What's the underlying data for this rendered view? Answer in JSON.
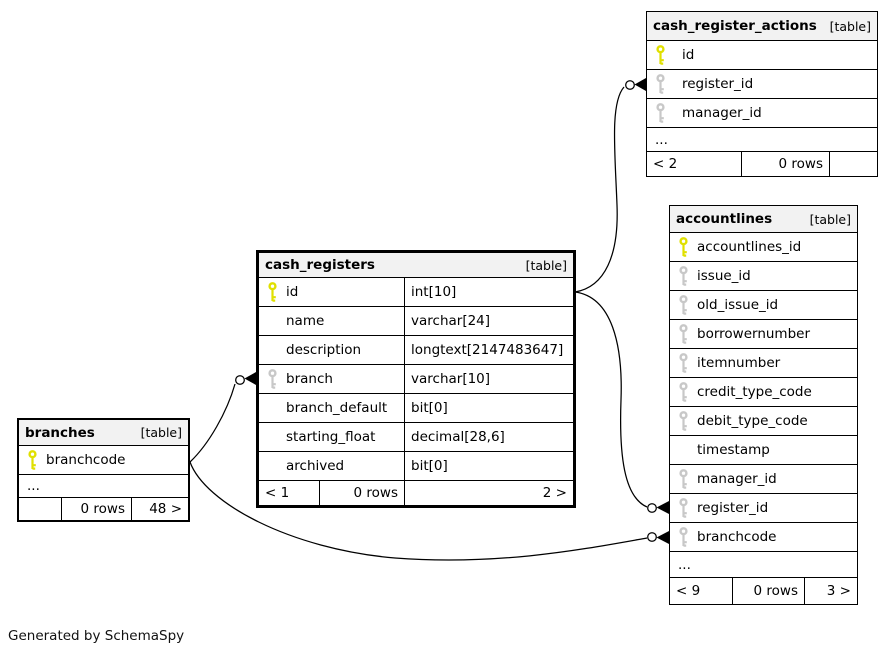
{
  "footer_note": "Generated by SchemaSpy",
  "colors": {
    "primary_key": "#e0e000",
    "foreign_key": "#c8c8c8",
    "table_border": "#000000",
    "header_bg": "#f2f2f2",
    "connector": "#000000"
  },
  "tables": [
    {
      "id": "cash_register_actions",
      "name": "cash_register_actions",
      "tag": "[table]",
      "rows": [
        {
          "label": "id",
          "key": "primary"
        },
        {
          "label": "register_id",
          "key": "foreign"
        },
        {
          "label": "manager_id",
          "key": "foreign"
        },
        {
          "label": "...",
          "key": "none"
        }
      ],
      "footer": [
        {
          "text": "< 2",
          "align": "left"
        },
        {
          "text": "0 rows",
          "align": "right"
        },
        {
          "text": "",
          "align": "right"
        }
      ]
    },
    {
      "id": "accountlines",
      "name": "accountlines",
      "tag": "[table]",
      "rows": [
        {
          "label": "accountlines_id",
          "key": "primary"
        },
        {
          "label": "issue_id",
          "key": "foreign"
        },
        {
          "label": "old_issue_id",
          "key": "foreign"
        },
        {
          "label": "borrowernumber",
          "key": "foreign"
        },
        {
          "label": "itemnumber",
          "key": "foreign"
        },
        {
          "label": "credit_type_code",
          "key": "foreign"
        },
        {
          "label": "debit_type_code",
          "key": "foreign"
        },
        {
          "label": "timestamp",
          "key": "none"
        },
        {
          "label": "manager_id",
          "key": "foreign"
        },
        {
          "label": "register_id",
          "key": "foreign"
        },
        {
          "label": "branchcode",
          "key": "foreign"
        },
        {
          "label": "...",
          "key": "none"
        }
      ],
      "footer": [
        {
          "text": "< 9",
          "align": "left"
        },
        {
          "text": "0 rows",
          "align": "right"
        },
        {
          "text": "3 >",
          "align": "right"
        }
      ]
    },
    {
      "id": "cash_registers",
      "name": "cash_registers",
      "tag": "[table]",
      "rows": [
        {
          "label": "id",
          "key": "primary",
          "type": "int[10]"
        },
        {
          "label": "name",
          "key": "none",
          "type": "varchar[24]"
        },
        {
          "label": "description",
          "key": "none",
          "type": "longtext[2147483647]"
        },
        {
          "label": "branch",
          "key": "foreign",
          "type": "varchar[10]"
        },
        {
          "label": "branch_default",
          "key": "none",
          "type": "bit[0]"
        },
        {
          "label": "starting_float",
          "key": "none",
          "type": "decimal[28,6]"
        },
        {
          "label": "archived",
          "key": "none",
          "type": "bit[0]"
        }
      ],
      "footer": [
        {
          "text": "< 1",
          "align": "left"
        },
        {
          "text": "0 rows",
          "align": "right"
        },
        {
          "text": "2 >",
          "align": "right"
        }
      ]
    },
    {
      "id": "branches",
      "name": "branches",
      "tag": "[table]",
      "rows": [
        {
          "label": "branchcode",
          "key": "primary"
        },
        {
          "label": "...",
          "key": "none"
        }
      ],
      "footer": [
        {
          "text": "",
          "align": "left"
        },
        {
          "text": "0 rows",
          "align": "right"
        },
        {
          "text": "48 >",
          "align": "right"
        }
      ]
    }
  ],
  "relationships": [
    {
      "from": "cash_registers.id",
      "to": "cash_register_actions.register_id"
    },
    {
      "from": "cash_registers.id",
      "to": "accountlines.register_id"
    },
    {
      "from": "branches.branchcode",
      "to": "cash_registers.branch"
    },
    {
      "from": "branches.branchcode",
      "to": "accountlines.branchcode"
    }
  ]
}
